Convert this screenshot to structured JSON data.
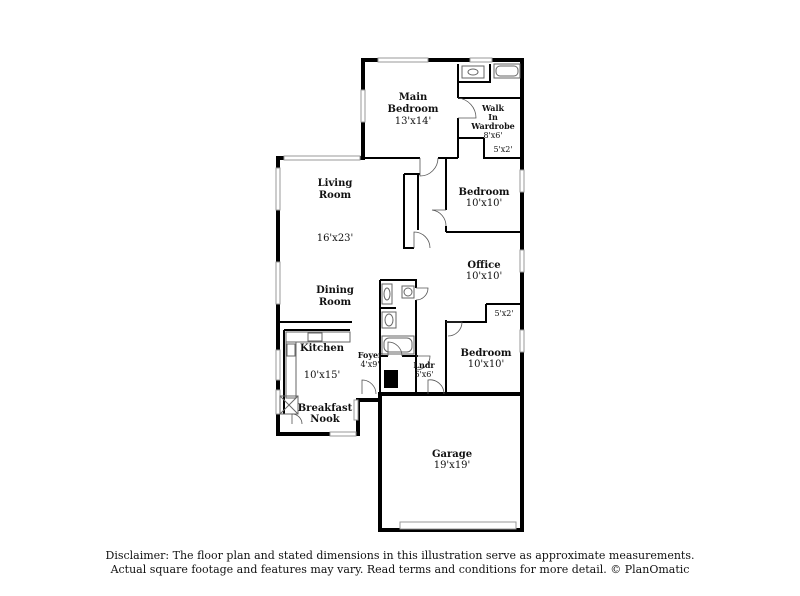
{
  "rooms": {
    "main_bedroom": {
      "line1": "Main",
      "line2": "Bedroom",
      "dim": "13'x14'"
    },
    "walk_in_wardrobe": {
      "line1": "Walk",
      "line2": "In",
      "line3": "Wardrobe",
      "dim": "8'x6'"
    },
    "closet_top": {
      "dim": "5'x2'"
    },
    "bedroom_top": {
      "name": "Bedroom",
      "dim": "10'x10'"
    },
    "living_room": {
      "line1": "Living",
      "line2": "Room",
      "dim": "16'x23'"
    },
    "dining_room": {
      "line1": "Dining",
      "line2": "Room"
    },
    "office": {
      "name": "Office",
      "dim": "10'x10'"
    },
    "closet_bottom": {
      "dim": "5'x2'"
    },
    "kitchen": {
      "name": "Kitchen",
      "dim": "10'x15'"
    },
    "foyer": {
      "name": "Foyer",
      "dim": "4'x9'"
    },
    "laundry": {
      "name": "Lndr",
      "dim": "6'x6'"
    },
    "bedroom_bottom": {
      "name": "Bedroom",
      "dim": "10'x10'"
    },
    "breakfast_nook": {
      "line1": "Breakfast",
      "line2": "Nook"
    },
    "garage": {
      "name": "Garage",
      "dim": "19'x19'"
    }
  },
  "disclaimer": {
    "line1": "Disclaimer: The floor plan and stated dimensions in this illustration serve as approximate measurements.",
    "line2": "Actual square footage and features may vary. Read terms and conditions for more detail. © PlanOmatic"
  },
  "colors": {
    "wall": "#000000",
    "window": "#bbbbbb",
    "door_swing": "#555555"
  }
}
